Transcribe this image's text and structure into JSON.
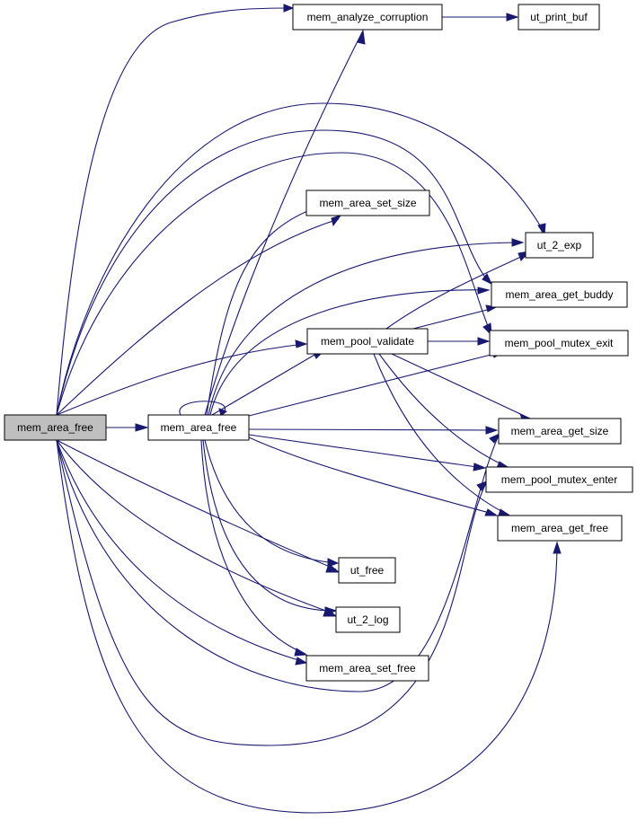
{
  "diagram": {
    "type": "call-graph",
    "colors": {
      "edge": "#191970",
      "node_fill": "#ffffff",
      "root_fill": "#bfbfbf",
      "node_border": "#000000"
    },
    "nodes": [
      {
        "id": "root",
        "label": "mem_area_free",
        "highlighted": true,
        "interactable": false
      },
      {
        "id": "maf2",
        "label": "mem_area_free",
        "interactable": true
      },
      {
        "id": "mac",
        "label": "mem_analyze_corruption",
        "interactable": true
      },
      {
        "id": "upb",
        "label": "ut_print_buf",
        "interactable": true
      },
      {
        "id": "mass",
        "label": "mem_area_set_size",
        "interactable": true
      },
      {
        "id": "u2e",
        "label": "ut_2_exp",
        "interactable": true
      },
      {
        "id": "magb",
        "label": "mem_area_get_buddy",
        "interactable": true
      },
      {
        "id": "mpv",
        "label": "mem_pool_validate",
        "interactable": true
      },
      {
        "id": "mpme",
        "label": "mem_pool_mutex_exit",
        "interactable": true
      },
      {
        "id": "mags",
        "label": "mem_area_get_size",
        "interactable": true
      },
      {
        "id": "mpment",
        "label": "mem_pool_mutex_enter",
        "interactable": true
      },
      {
        "id": "magf",
        "label": "mem_area_get_free",
        "interactable": true
      },
      {
        "id": "uf",
        "label": "ut_free",
        "interactable": true
      },
      {
        "id": "u2l",
        "label": "ut_2_log",
        "interactable": true
      },
      {
        "id": "masf",
        "label": "mem_area_set_free",
        "interactable": true
      }
    ],
    "edges": [
      {
        "from": "root",
        "to": "mac"
      },
      {
        "from": "root",
        "to": "u2e"
      },
      {
        "from": "root",
        "to": "magb"
      },
      {
        "from": "root",
        "to": "mpme"
      },
      {
        "from": "root",
        "to": "mass"
      },
      {
        "from": "root",
        "to": "mpv"
      },
      {
        "from": "root",
        "to": "maf2"
      },
      {
        "from": "root",
        "to": "uf"
      },
      {
        "from": "root",
        "to": "u2l"
      },
      {
        "from": "root",
        "to": "masf"
      },
      {
        "from": "root",
        "to": "mags"
      },
      {
        "from": "root",
        "to": "mpment"
      },
      {
        "from": "root",
        "to": "magf"
      },
      {
        "from": "mac",
        "to": "upb"
      },
      {
        "from": "maf2",
        "to": "maf2"
      },
      {
        "from": "maf2",
        "to": "mac"
      },
      {
        "from": "maf2",
        "to": "mass"
      },
      {
        "from": "maf2",
        "to": "u2e"
      },
      {
        "from": "maf2",
        "to": "magb"
      },
      {
        "from": "maf2",
        "to": "mpv"
      },
      {
        "from": "maf2",
        "to": "mpme"
      },
      {
        "from": "maf2",
        "to": "mags"
      },
      {
        "from": "maf2",
        "to": "mpment"
      },
      {
        "from": "maf2",
        "to": "magf"
      },
      {
        "from": "maf2",
        "to": "uf"
      },
      {
        "from": "maf2",
        "to": "u2l"
      },
      {
        "from": "maf2",
        "to": "masf"
      },
      {
        "from": "mpv",
        "to": "u2e"
      },
      {
        "from": "mpv",
        "to": "magb"
      },
      {
        "from": "mpv",
        "to": "mpme"
      },
      {
        "from": "mpv",
        "to": "mags"
      },
      {
        "from": "mpv",
        "to": "mpment"
      },
      {
        "from": "mpv",
        "to": "magf"
      }
    ]
  }
}
